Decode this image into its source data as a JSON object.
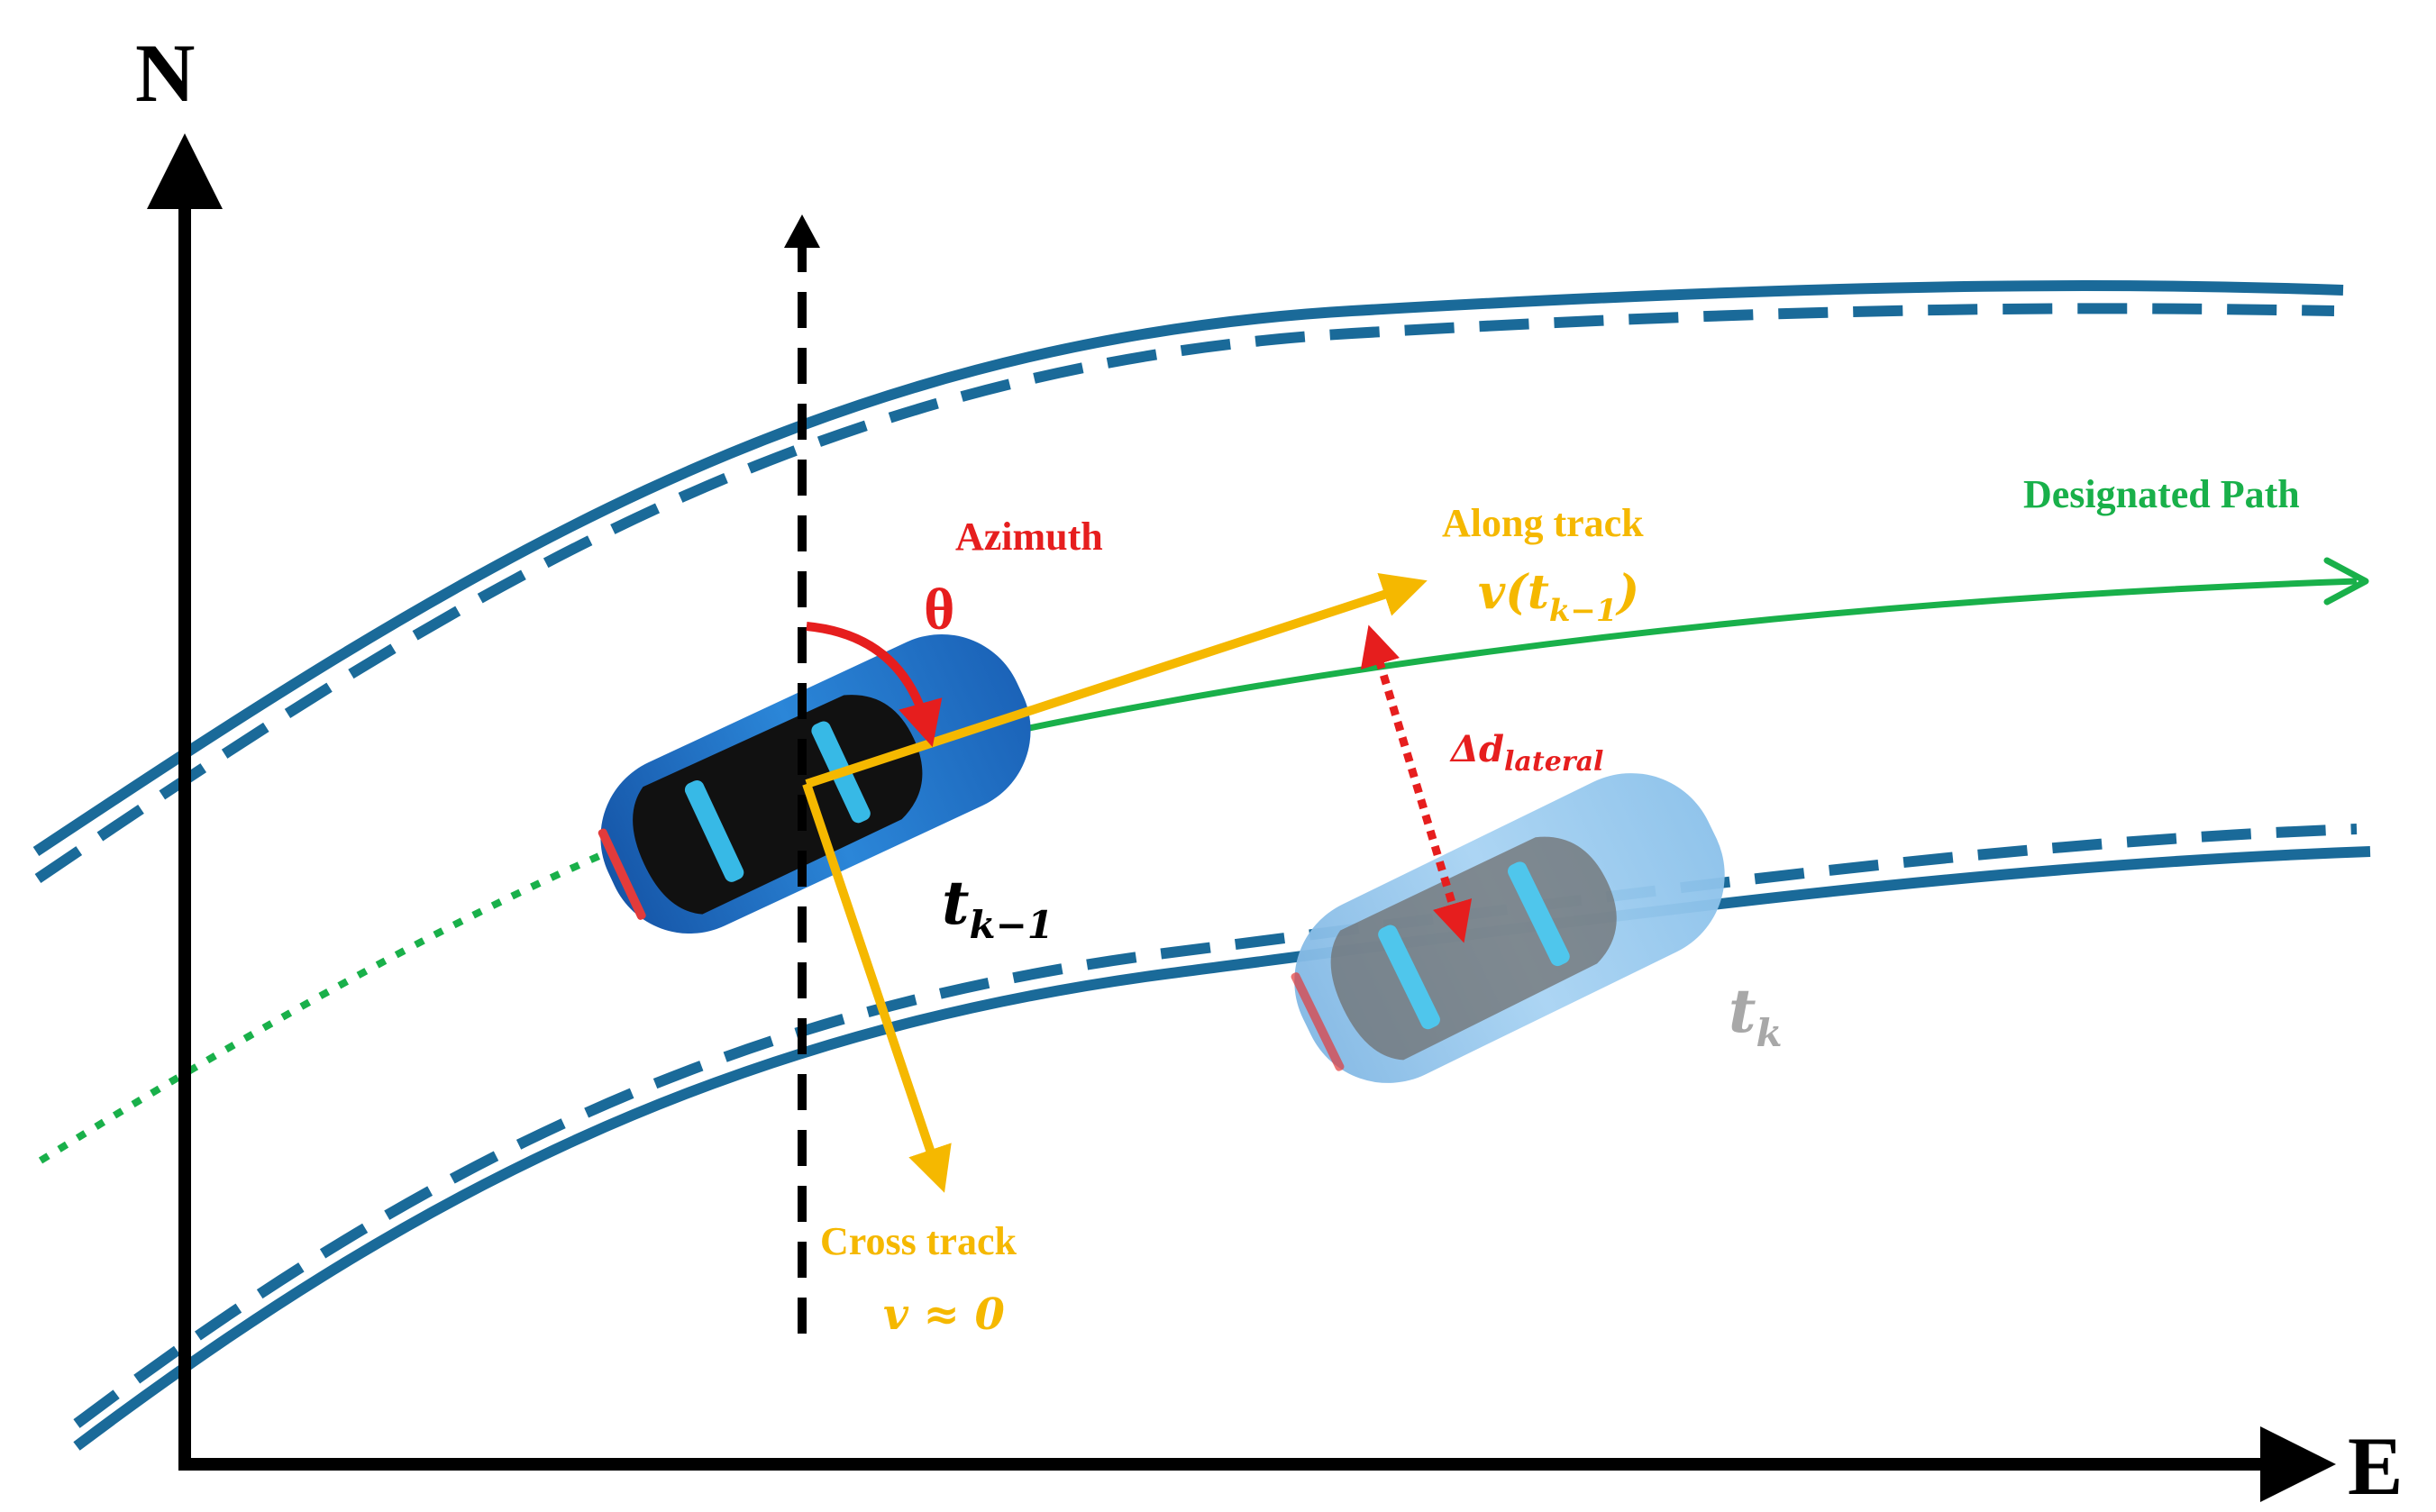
{
  "axes": {
    "north_label": "N",
    "east_label": "E"
  },
  "labels": {
    "azimuth": "Azimuth",
    "theta": "θ",
    "along_track": "Along track",
    "along_velocity_main": "v(t",
    "along_velocity_sub": "k−1",
    "along_velocity_close": ")",
    "cross_track": "Cross track",
    "cross_velocity": "v ≈ 0",
    "designated_path": "Designated Path",
    "delta_main": "Δd",
    "delta_sub": "lateral",
    "t_prev_main": "t",
    "t_prev_sub": "k−1",
    "t_curr_main": "t",
    "t_curr_sub": "k"
  },
  "colors": {
    "road": "#1a6a99",
    "path": "#19b04a",
    "track": "#f5b800",
    "azimuth": "#e61e1e",
    "delta": "#e61e1e",
    "axis": "#000000",
    "car_prev": "#1f6fbf",
    "car_curr": "#8ec3ea",
    "t_curr_text": "#a8a8a8"
  },
  "icons": {
    "car_prev": "car-top-view-icon",
    "car_curr": "car-top-view-icon"
  }
}
